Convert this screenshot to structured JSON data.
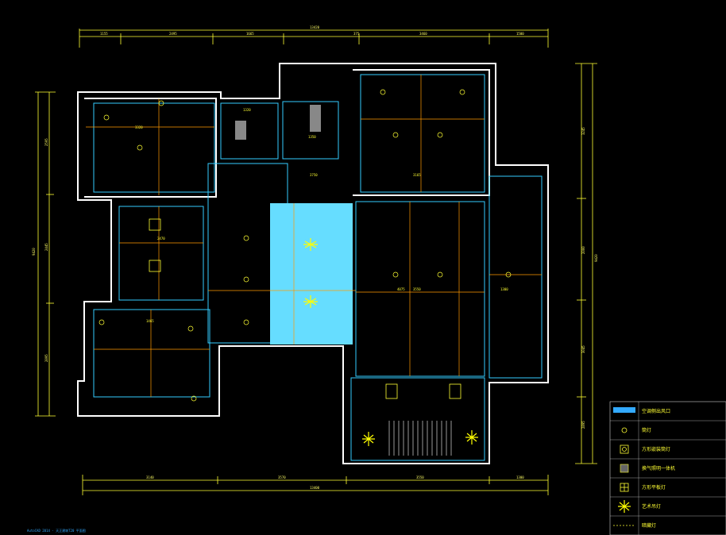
{
  "dims": {
    "top_total": "13420",
    "top_segments": [
      "1155",
      "2495",
      "1665",
      "375",
      "3460",
      "1500"
    ],
    "bottom_total": "13400",
    "bottom_segments": [
      "3140",
      "3570",
      "3550",
      "1300"
    ],
    "left_total": "9420",
    "left_segments": [
      "2595",
      "2445",
      "2895"
    ],
    "right_total": "9420",
    "right_segments": [
      "3245",
      "2000",
      "3045",
      "2895"
    ]
  },
  "rooms": {
    "r1": "3320",
    "r2": "3165",
    "r3": "1320",
    "r4": "1350",
    "r5": "3750",
    "r6": "2470",
    "r7": "1465",
    "r8": "4075",
    "r9": "3550",
    "r10": "1300"
  },
  "legend": {
    "items": [
      {
        "label": "空调侧出风口"
      },
      {
        "label": "筒灯"
      },
      {
        "label": "方形嵌装筒灯"
      },
      {
        "label": "换气照明一体机"
      },
      {
        "label": "方形平板灯"
      },
      {
        "label": "艺术吊灯"
      },
      {
        "label": "暗藏灯"
      }
    ]
  },
  "footnote": "AutoCAD 2014 - 天正建筑T20 平面图",
  "colors": {
    "wall": "#ffffff",
    "ceiling": "#33ccff",
    "dim": "#ffff33",
    "axis": "#ff9900",
    "highlight": "#66ddff"
  }
}
